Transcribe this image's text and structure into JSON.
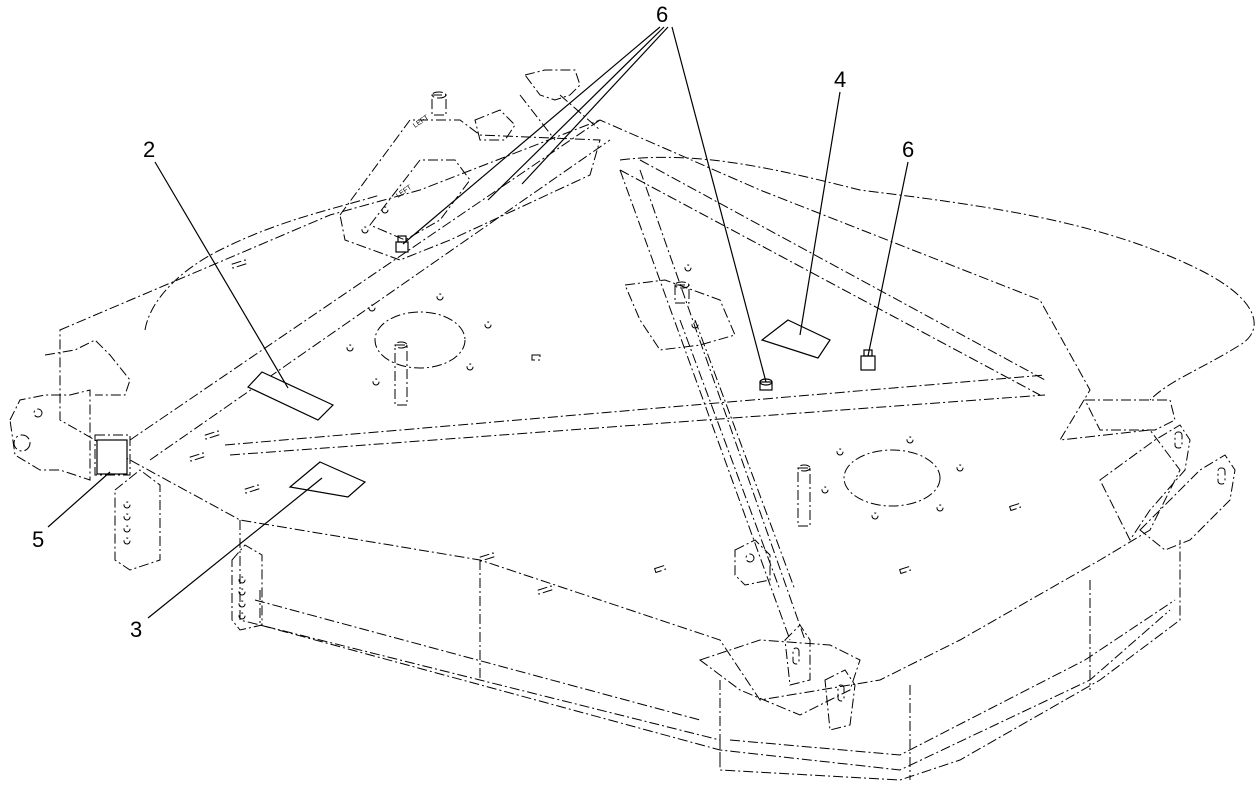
{
  "callouts": [
    {
      "id": "6-top",
      "text": "6"
    },
    {
      "id": "4",
      "text": "4"
    },
    {
      "id": "6-right",
      "text": "6"
    },
    {
      "id": "2",
      "text": "2"
    },
    {
      "id": "5",
      "text": "5"
    },
    {
      "id": "3",
      "text": "3"
    }
  ],
  "part_markings": {
    "left_1": "LEFT",
    "left_2": "LEFT"
  }
}
